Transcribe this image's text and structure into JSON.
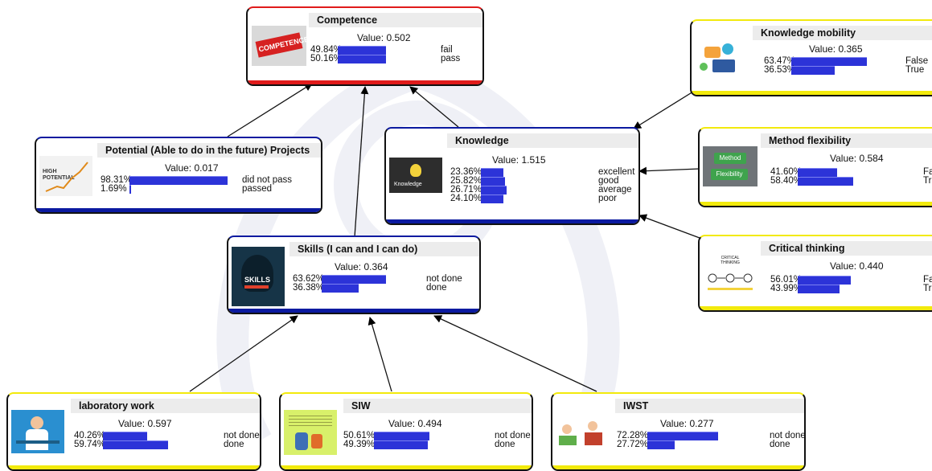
{
  "colors": {
    "accent_red": "#e01b1b",
    "accent_blue": "#0b1aa0",
    "accent_yellow": "#f2ea0c",
    "bar": "#2c33d8"
  },
  "nodes": {
    "competence": {
      "title": "Competence",
      "value": "Value: 0.502",
      "thumb_text": "COMPETENCE",
      "states": [
        {
          "pct": "49.84%",
          "frac": 0.4984,
          "label": "fail"
        },
        {
          "pct": "50.16%",
          "frac": 0.5016,
          "label": "pass"
        }
      ]
    },
    "knowledge_mobility": {
      "title": "Knowledge mobility",
      "value": "Value: 0.365",
      "states": [
        {
          "pct": "63.47%",
          "frac": 0.6347,
          "label": "False"
        },
        {
          "pct": "36.53%",
          "frac": 0.3653,
          "label": "True"
        }
      ]
    },
    "potential": {
      "title": "Potential (Able to do in the future) Projects",
      "value": "Value: 0.017",
      "thumb_text": "HIGH POTENTIAL",
      "states": [
        {
          "pct": "98.31%",
          "frac": 0.9831,
          "label": "did not pass"
        },
        {
          "pct": "1.69%",
          "frac": 0.0169,
          "label": "passed"
        }
      ]
    },
    "knowledge": {
      "title": "Knowledge",
      "value": "Value: 1.515",
      "thumb_text": "Knowledge",
      "states": [
        {
          "pct": "23.36%",
          "frac": 0.2336,
          "label": "excellent"
        },
        {
          "pct": "25.82%",
          "frac": 0.2582,
          "label": "good"
        },
        {
          "pct": "26.71%",
          "frac": 0.2671,
          "label": "average"
        },
        {
          "pct": "24.10%",
          "frac": 0.241,
          "label": "poor"
        }
      ]
    },
    "method_flexibility": {
      "title": "Method flexibility",
      "value": "Value: 0.584",
      "thumb_text_1": "Method",
      "thumb_text_2": "Flexibility",
      "states": [
        {
          "pct": "41.60%",
          "frac": 0.416,
          "label": "Fals"
        },
        {
          "pct": "58.40%",
          "frac": 0.584,
          "label": "True"
        }
      ]
    },
    "critical_thinking": {
      "title": "Critical thinking",
      "value": "Value: 0.440",
      "thumb_text": "CRITICAL THINKING",
      "states": [
        {
          "pct": "56.01%",
          "frac": 0.5601,
          "label": "Fals"
        },
        {
          "pct": "43.99%",
          "frac": 0.4399,
          "label": "True"
        }
      ]
    },
    "skills": {
      "title": "Skills (I can and I can do)",
      "value": "Value: 0.364",
      "thumb_text": "SKILLS",
      "states": [
        {
          "pct": "63.62%",
          "frac": 0.6362,
          "label": "not done"
        },
        {
          "pct": "36.38%",
          "frac": 0.3638,
          "label": "done"
        }
      ]
    },
    "lab": {
      "title": "laboratory work",
      "value": "Value: 0.597",
      "states": [
        {
          "pct": "40.26%",
          "frac": 0.4026,
          "label": "not done"
        },
        {
          "pct": "59.74%",
          "frac": 0.5974,
          "label": "done"
        }
      ]
    },
    "siw": {
      "title": "SIW",
      "value": "Value: 0.494",
      "states": [
        {
          "pct": "50.61%",
          "frac": 0.5061,
          "label": "not done"
        },
        {
          "pct": "49.39%",
          "frac": 0.4939,
          "label": "done"
        }
      ]
    },
    "iwst": {
      "title": "IWST",
      "value": "Value: 0.277",
      "states": [
        {
          "pct": "72.28%",
          "frac": 0.7228,
          "label": "not done"
        },
        {
          "pct": "27.72%",
          "frac": 0.2772,
          "label": "done"
        }
      ]
    }
  }
}
